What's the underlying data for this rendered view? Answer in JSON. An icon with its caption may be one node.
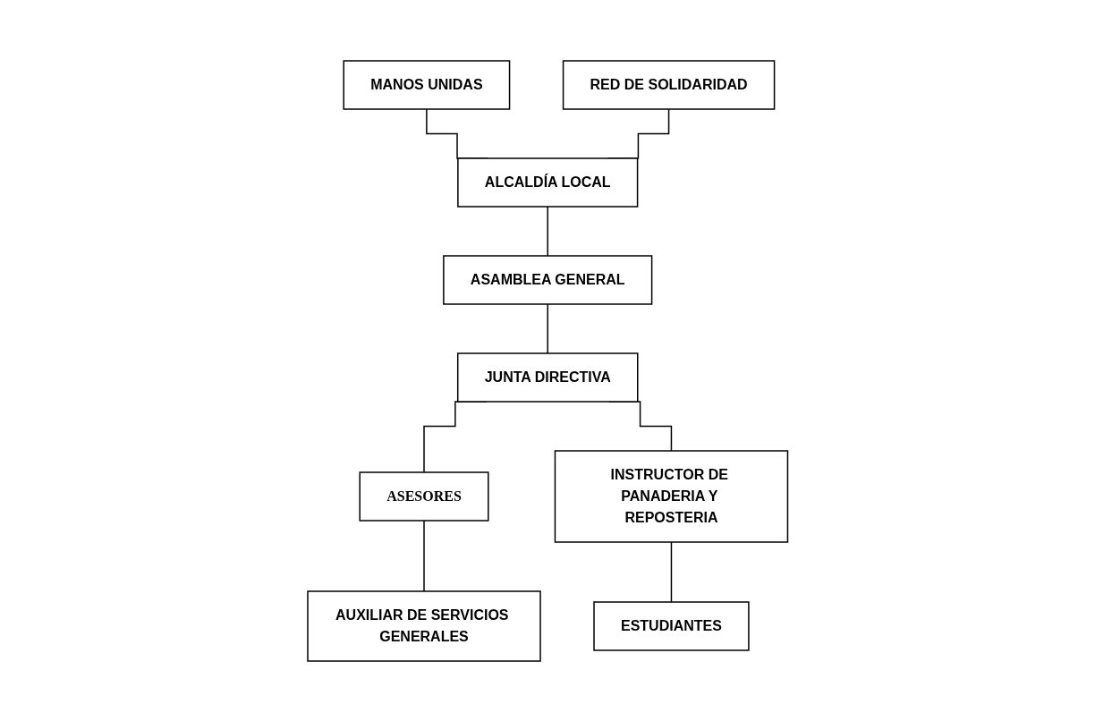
{
  "diagram": {
    "nodes": [
      {
        "text": [
          "MANOS UNIDAS"
        ]
      },
      {
        "text": [
          "ALCALDÍA LOCAL"
        ]
      },
      {
        "text": [
          "RED DE SOLIDARIDAD"
        ]
      },
      {
        "text": [
          "ASAMBLEA GENERAL"
        ]
      },
      {
        "text": [
          "JUNTA DIRECTIVA"
        ]
      },
      {
        "text": [
          "ASESORES"
        ]
      },
      {
        "text": [
          "INSTRUCTOR DE PANADERIA Y REPOSTERIA"
        ]
      },
      {
        "text": [
          "AUXILIAR DE SERVICIOS GENERALES"
        ]
      },
      {
        "text": [
          "ESTUDIANTES"
        ]
      }
    ],
    "edges": [
      {
        "from": 0,
        "to": 1,
        "arrow": "none"
      },
      {
        "from": 2,
        "to": 1,
        "arrow": "none"
      },
      {
        "from": 1,
        "to": 3,
        "arrow": "none"
      },
      {
        "from": 3,
        "to": 4,
        "arrow": "none"
      },
      {
        "from": 4,
        "to": 5,
        "arrow": "none"
      },
      {
        "from": 4,
        "to": 6,
        "arrow": "none"
      },
      {
        "from": 5,
        "to": 7,
        "arrow": "none"
      },
      {
        "from": 6,
        "to": 8,
        "arrow": "none"
      }
    ]
  }
}
